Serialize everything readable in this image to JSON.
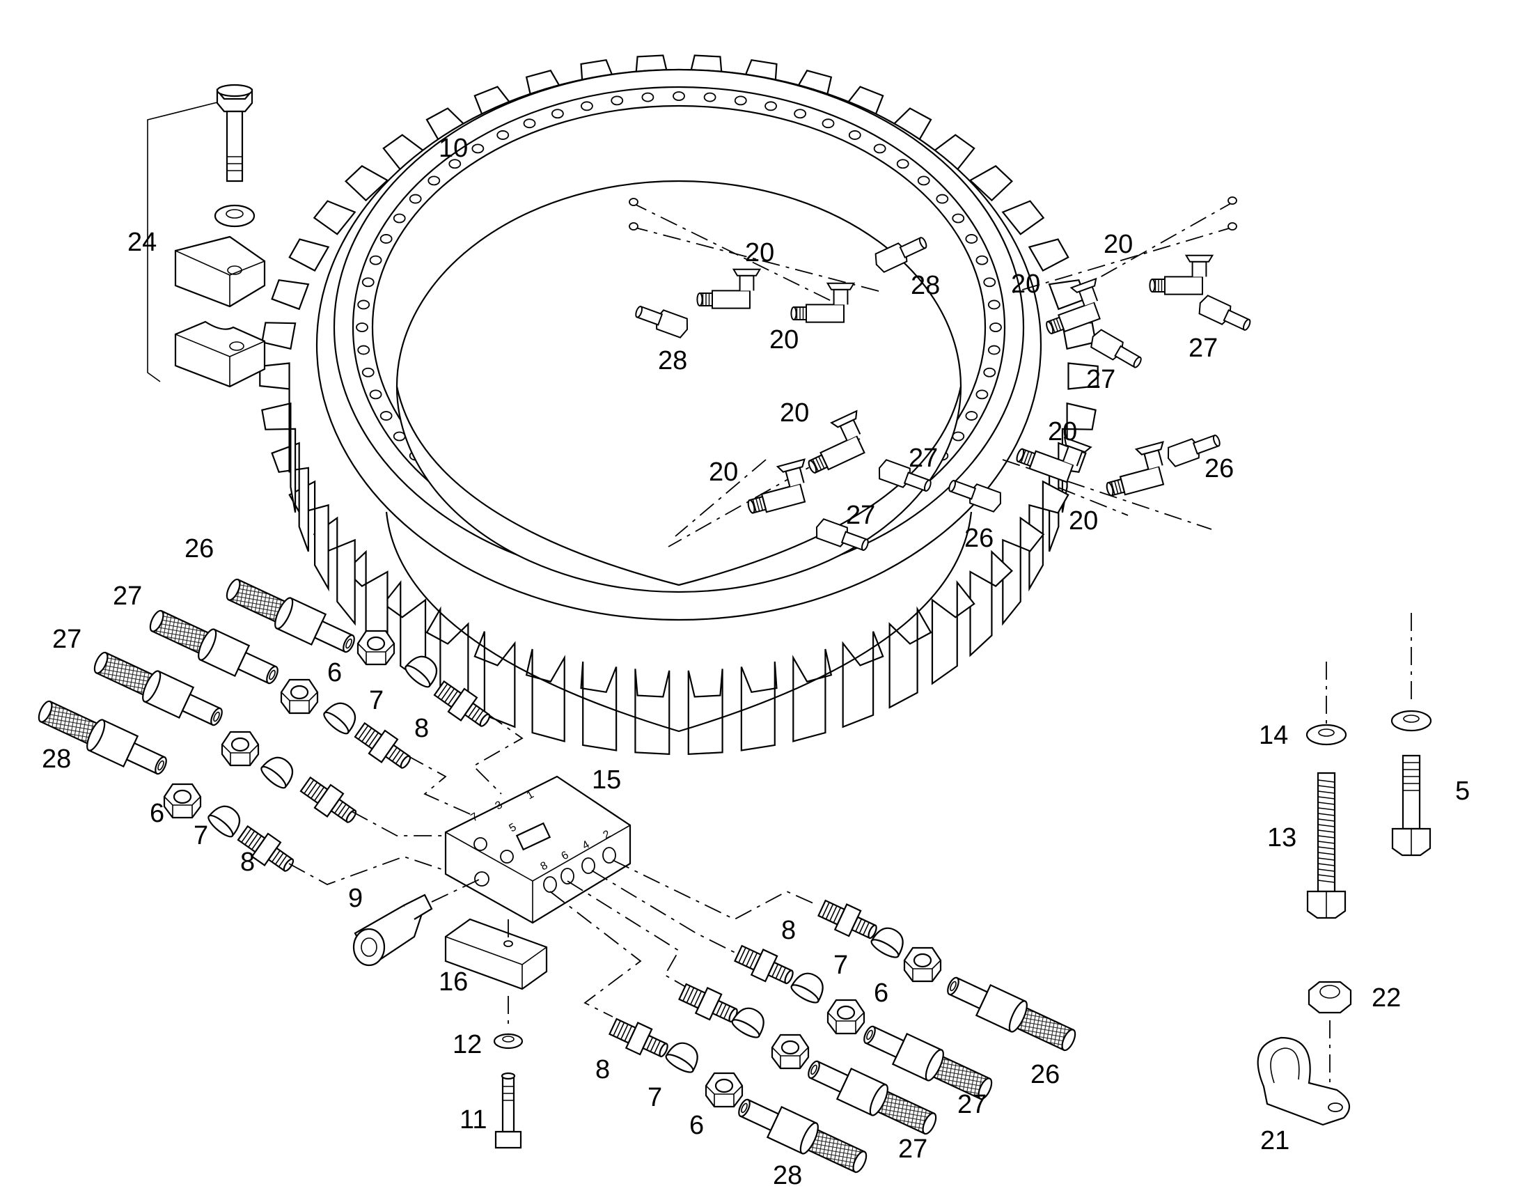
{
  "callouts": {
    "c10": "10",
    "c24": "24",
    "c20a": "20",
    "c20b": "20",
    "c20c": "20",
    "c20d": "20",
    "c20e": "20",
    "c20f": "20",
    "c20g": "20",
    "c20h": "20",
    "c28a": "28",
    "c28b": "28",
    "c28c": "28",
    "c28d": "28",
    "c27a": "27",
    "c27b": "27",
    "c27c": "27",
    "c27d": "27",
    "c27e": "27",
    "c27f": "27",
    "c27g": "27",
    "c27h": "27",
    "c26a": "26",
    "c26b": "26",
    "c26c": "26",
    "c26d": "26",
    "c6a": "6",
    "c6b": "6",
    "c6c": "6",
    "c6d": "6",
    "c7a": "7",
    "c7b": "7",
    "c7c": "7",
    "c7d": "7",
    "c8a": "8",
    "c8b": "8",
    "c8c": "8",
    "c8d": "8",
    "c15": "15",
    "c9": "9",
    "c16": "16",
    "c12": "12",
    "c11": "11",
    "c14": "14",
    "c13": "13",
    "c5": "5",
    "c22": "22",
    "c21": "21"
  },
  "block_port_labels": [
    "7",
    "3",
    "5",
    "1",
    "2",
    "4",
    "6",
    "8"
  ],
  "icons": [
    "slewing-ring-icon",
    "hex-bolt-icon",
    "washer-icon",
    "clamp-icon",
    "tee-fitting-icon",
    "hose-icon",
    "hex-nut-icon",
    "cap-icon",
    "nipple-icon",
    "distributor-block-icon",
    "spacer-icon",
    "pipe-clip-icon"
  ]
}
